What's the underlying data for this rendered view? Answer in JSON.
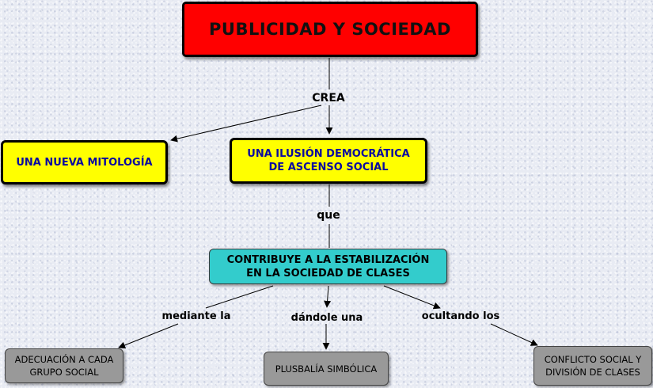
{
  "nodes": {
    "title": "PUBLICIDAD Y SOCIEDAD",
    "mitologia": "UNA NUEVA MITOLOGÍA",
    "ilusion": [
      "UNA ILUSIÓN DEMOCRÁTICA",
      "DE ASCENSO SOCIAL"
    ],
    "contribuye": [
      "CONTRIBUYE A LA ESTABILIZACIÓN",
      "EN LA SOCIEDAD DE CLASES"
    ],
    "adecuacion": [
      "ADECUACIÓN A CADA",
      "GRUPO SOCIAL"
    ],
    "plusbalia": "PLUSBALÍA SIMBÓLICA",
    "conflicto": [
      "CONFLICTO SOCIAL Y",
      "DIVISIÓN DE CLASES"
    ]
  },
  "links": {
    "crea": "CREA",
    "que": "que",
    "mediante": "mediante la",
    "dandole": "dándole una",
    "ocultando": "ocultando los"
  },
  "colors": {
    "title_fill": "#ff0000",
    "concept_fill": "#ffff00",
    "concept_text": "#0a0aa0",
    "process_fill": "#33cccc",
    "leaf_fill": "#999999"
  }
}
